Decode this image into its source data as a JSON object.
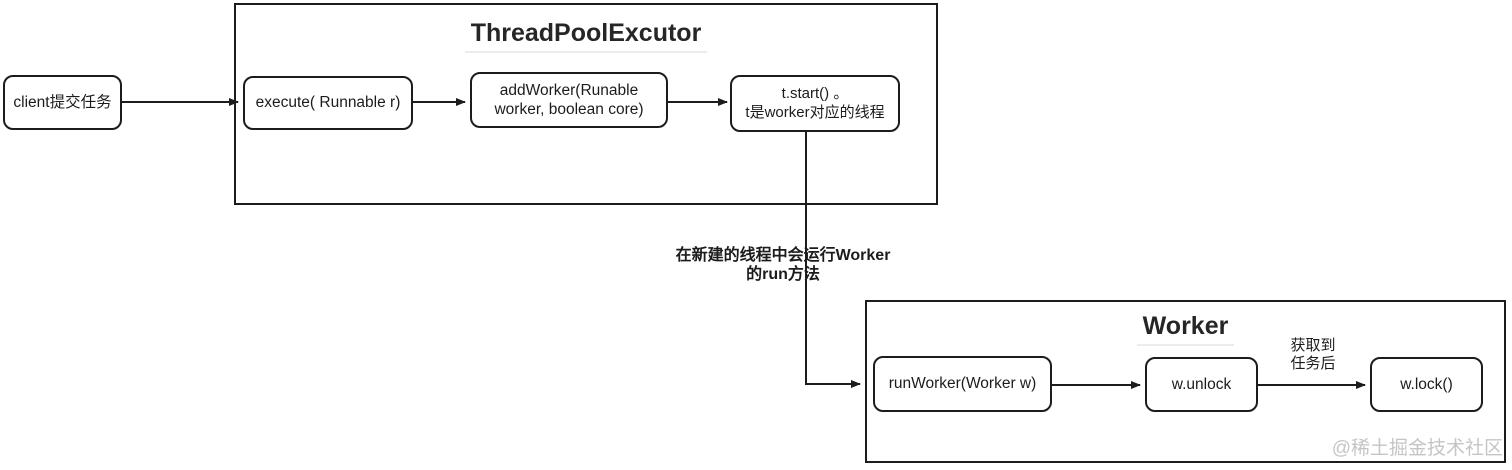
{
  "containers": {
    "threadpool_title": "ThreadPoolExcutor",
    "worker_title": "Worker"
  },
  "nodes": {
    "client": "client提交任务",
    "execute": "execute( Runnable r)",
    "add_worker": "addWorker(Runable\nworker, boolean core)",
    "t_start": "t.start() 。\nt是worker对应的线程",
    "run_worker": "runWorker(Worker w)",
    "w_unlock": "w.unlock",
    "w_lock": "w.lock()"
  },
  "labels": {
    "thread_run_annotation": "在新建的线程中会运行Worker\n的run方法",
    "acquire_task": "获取到\n任务后"
  },
  "watermark": "@稀土掘金技术社区",
  "colors": {
    "line": "#1c1c1c",
    "text": "#1c1c1c",
    "title_underline": "#ececec",
    "watermark": "#c5c5c5",
    "background": "#ffffff"
  }
}
